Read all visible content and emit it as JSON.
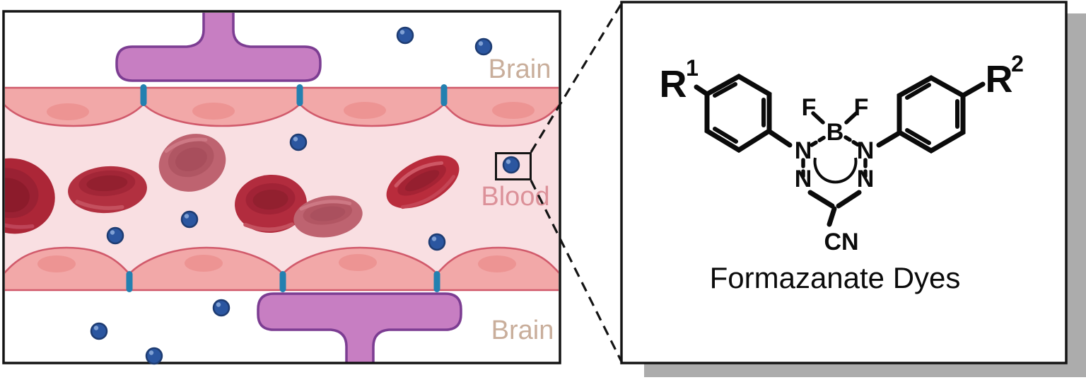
{
  "figure": {
    "left_panel": {
      "label_brain_top": "Brain",
      "label_blood": "Blood",
      "label_brain_bottom": "Brain"
    },
    "right_panel": {
      "caption": "Formazanate Dyes",
      "molecule": {
        "boron": "B",
        "fluorine_left": "F",
        "fluorine_right": "F",
        "nitrogen_upper_left": "N",
        "nitrogen_upper_right": "N",
        "nitrogen_lower_left": "N",
        "nitrogen_lower_right": "N",
        "cyano": "CN",
        "r1": "R",
        "r1_sup": "1",
        "r2": "R",
        "r2_sup": "2"
      }
    },
    "colors": {
      "endothelial_fill": "#F2A8A8",
      "endothelial_border": "#D15A6B",
      "nucleus": "#ED9493",
      "lumen": "#F9DFE2",
      "tight_junction": "#2380B0",
      "astrocyte_fill": "#C77EC2",
      "astrocyte_border": "#7C3D92",
      "rbc_dark": "#B22E3F",
      "rbc_light": "#BE6370",
      "dye_fill": "#2B56A0",
      "dye_border": "#1E3C72",
      "brain_label": "#C9AE9B",
      "blood_label": "#DC9199",
      "shadow": "#ACACAC",
      "outline": "#141414"
    }
  }
}
